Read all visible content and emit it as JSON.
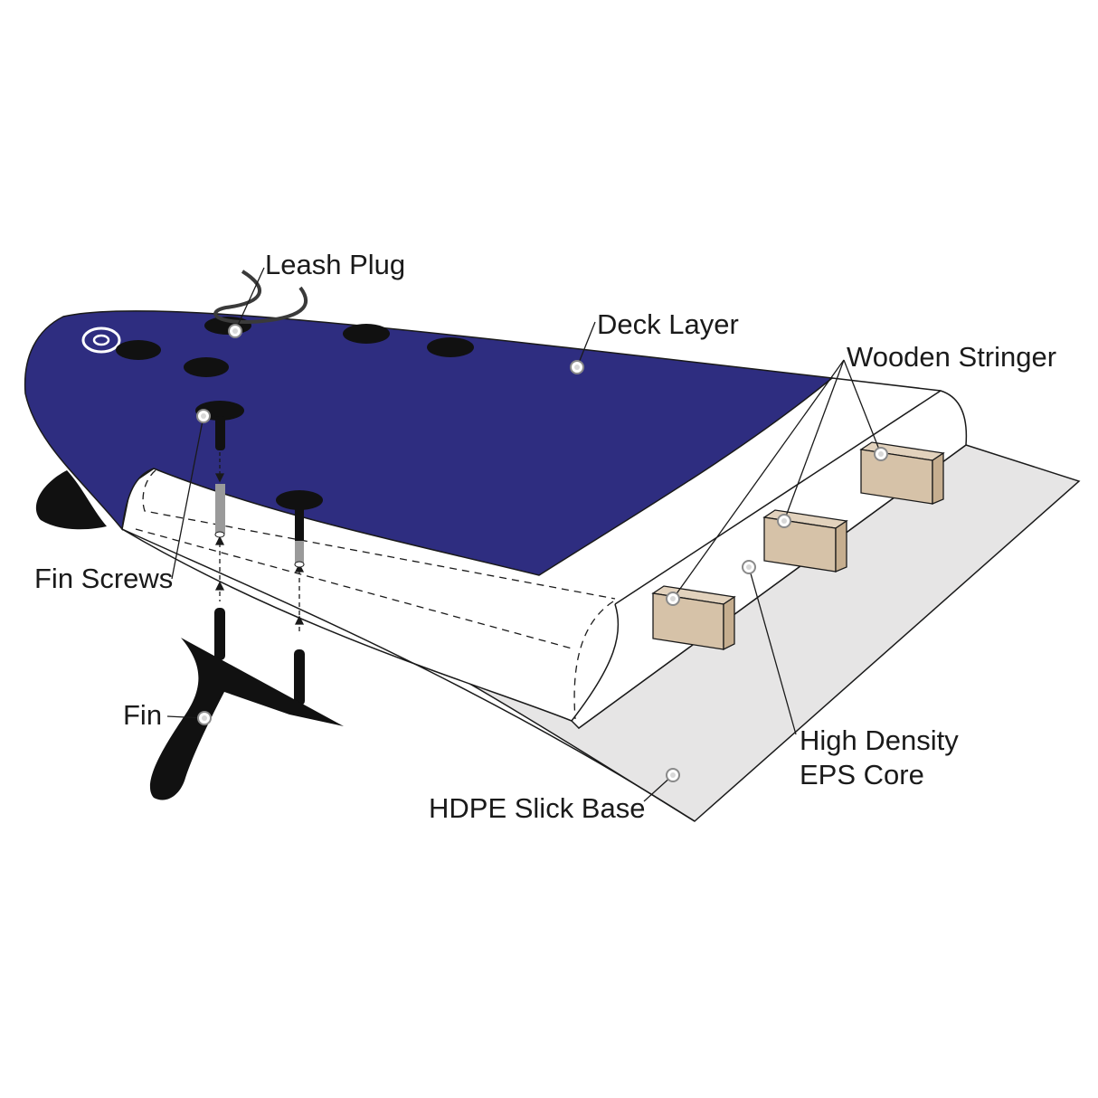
{
  "labels": {
    "leash_plug": "Leash Plug",
    "deck_layer": "Deck Layer",
    "wooden_stringer": "Wooden Stringer",
    "fin_screws": "Fin Screws",
    "fin": "Fin",
    "core_line1": "High Density",
    "core_line2": "EPS Core",
    "slick_base": "HDPE Slick Base"
  },
  "colors": {
    "deck": "#2e2d80",
    "foam": "#ffffff",
    "base": "#e6e5e5",
    "stringer": "#d6c2a8",
    "stringer_side": "#c6ae8f",
    "black": "#111111"
  },
  "icons": {
    "logo": "brand-logo-icon",
    "callout": "callout-dot-icon"
  }
}
